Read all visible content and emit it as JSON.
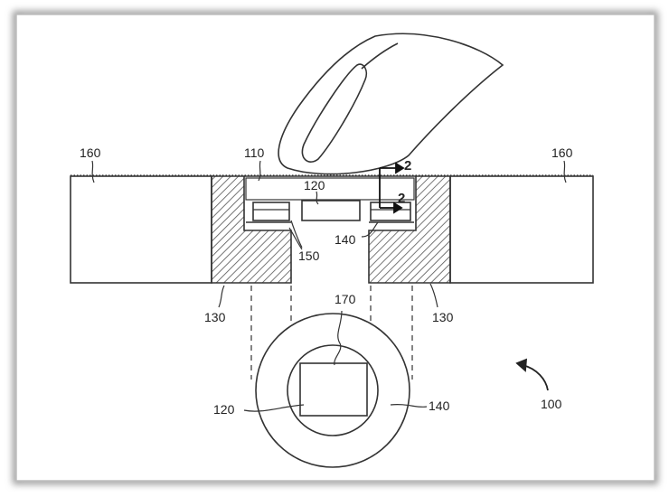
{
  "labels": {
    "layer_left": "160",
    "layer_right": "160",
    "button_top": "110",
    "sensor_top": "120",
    "section_arrow_upper": "2",
    "section_arrow_lower": "2",
    "ring_ref_top": "140",
    "spacer": "150",
    "housing_left": "130",
    "housing_right": "130",
    "connector": "170",
    "sensor_bottom": "120",
    "ring_ref_bottom": "140",
    "assembly": "100"
  },
  "colors": {
    "line": "#333333",
    "hatch": "#555555",
    "frame_shadow": "#9a9a9a"
  }
}
